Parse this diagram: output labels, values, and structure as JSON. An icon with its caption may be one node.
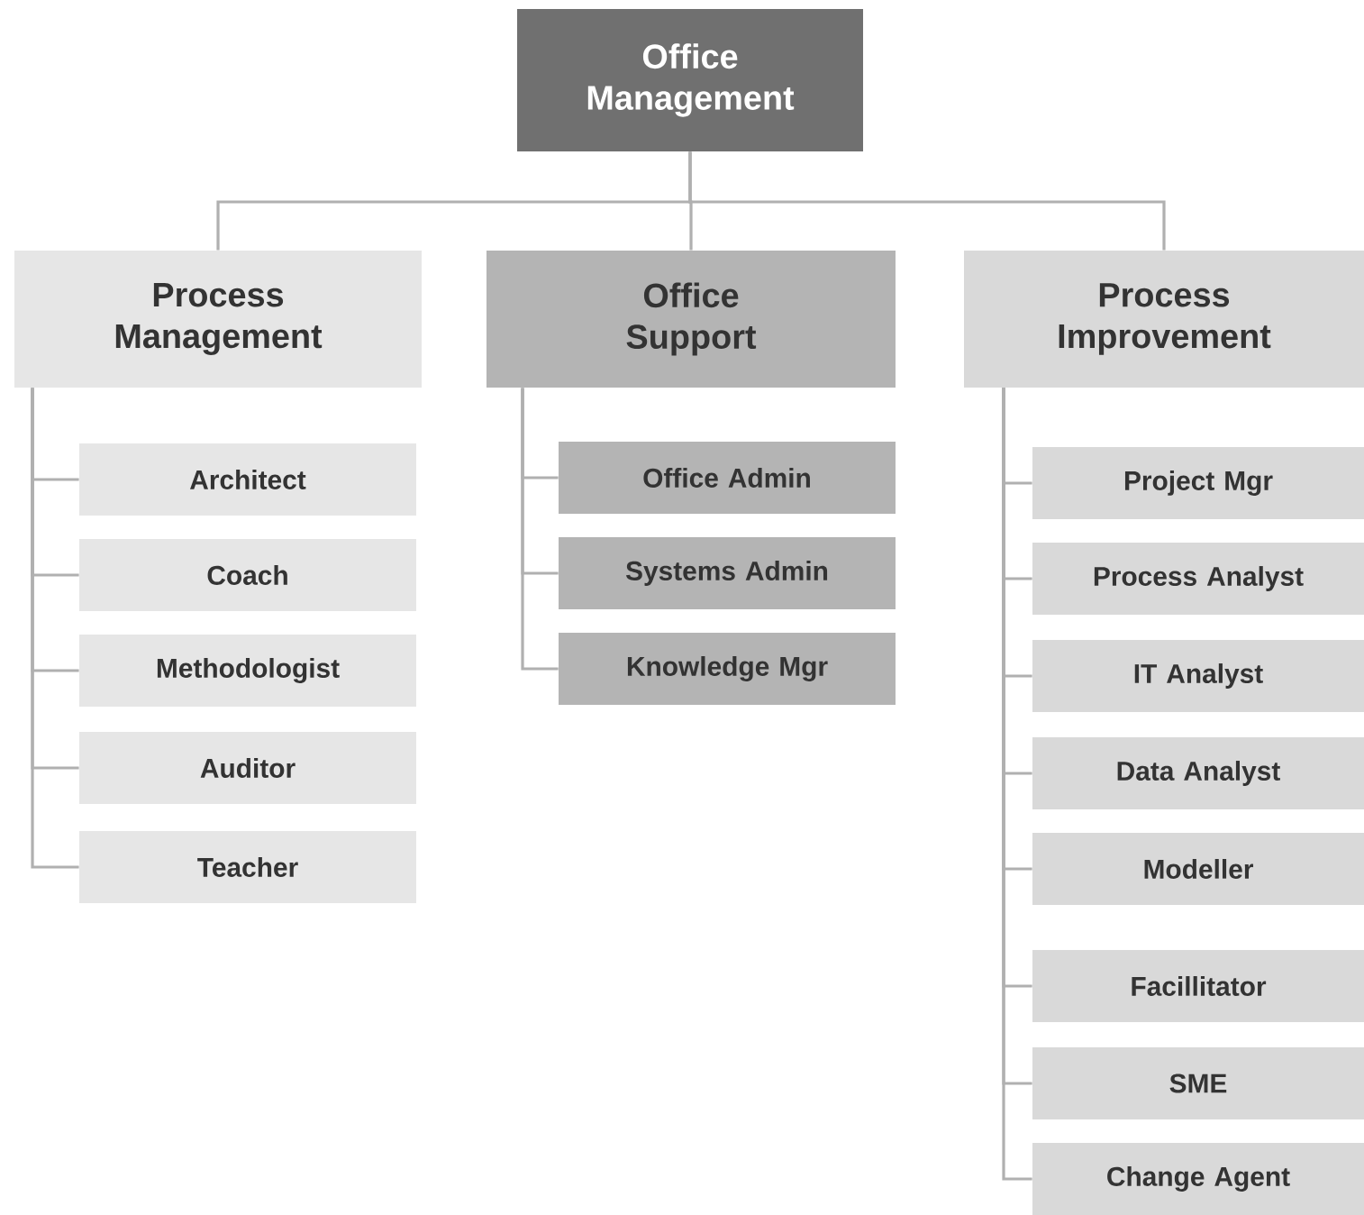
{
  "diagram": {
    "nodes": [
      {
        "text": [
          "Office Management"
        ]
      },
      {
        "text": [
          "Process Management"
        ]
      },
      {
        "text": [
          "Office Support"
        ]
      },
      {
        "text": [
          "Process Improvement"
        ]
      },
      {
        "text": [
          "Architect"
        ]
      },
      {
        "text": [
          "Coach"
        ]
      },
      {
        "text": [
          "Methodologist"
        ]
      },
      {
        "text": [
          "Auditor"
        ]
      },
      {
        "text": [
          "Teacher"
        ]
      },
      {
        "text": [
          "Office Admin"
        ]
      },
      {
        "text": [
          "Systems Admin"
        ]
      },
      {
        "text": [
          "Knowledge Mgr"
        ]
      },
      {
        "text": [
          "Project Mgr"
        ]
      },
      {
        "text": [
          "Process Analyst"
        ]
      },
      {
        "text": [
          "IT Analyst"
        ]
      },
      {
        "text": [
          "Data Analyst"
        ]
      },
      {
        "text": [
          "Modeller"
        ]
      },
      {
        "text": [
          "Facillitator"
        ]
      },
      {
        "text": [
          "SME"
        ]
      },
      {
        "text": [
          "Change Agent"
        ]
      }
    ],
    "edges": [
      {
        "from": 0,
        "to": 1,
        "arrow": "none"
      },
      {
        "from": 0,
        "to": 2,
        "arrow": "none"
      },
      {
        "from": 0,
        "to": 3,
        "arrow": "none"
      },
      {
        "from": 1,
        "to": 4,
        "arrow": "none"
      },
      {
        "from": 1,
        "to": 5,
        "arrow": "none"
      },
      {
        "from": 1,
        "to": 6,
        "arrow": "none"
      },
      {
        "from": 1,
        "to": 7,
        "arrow": "none"
      },
      {
        "from": 1,
        "to": 8,
        "arrow": "none"
      },
      {
        "from": 2,
        "to": 9,
        "arrow": "none"
      },
      {
        "from": 2,
        "to": 10,
        "arrow": "none"
      },
      {
        "from": 2,
        "to": 11,
        "arrow": "none"
      },
      {
        "from": 3,
        "to": 12,
        "arrow": "none"
      },
      {
        "from": 3,
        "to": 13,
        "arrow": "none"
      },
      {
        "from": 3,
        "to": 14,
        "arrow": "none"
      },
      {
        "from": 3,
        "to": 15,
        "arrow": "none"
      },
      {
        "from": 3,
        "to": 16,
        "arrow": "none"
      },
      {
        "from": 3,
        "to": 17,
        "arrow": "none"
      },
      {
        "from": 3,
        "to": 18,
        "arrow": "none"
      },
      {
        "from": 3,
        "to": 19,
        "arrow": "none"
      }
    ]
  }
}
